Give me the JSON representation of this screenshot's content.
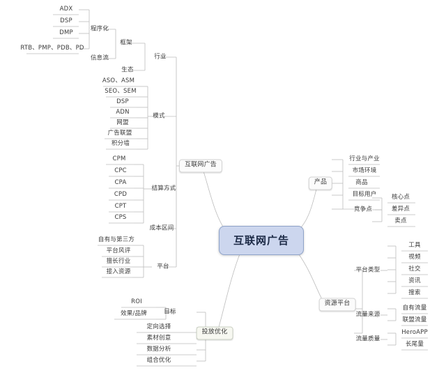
{
  "center": {
    "label": "互联网广告"
  },
  "branches": {
    "internet_ad": {
      "label": "互联网广告",
      "groups": {
        "industry": {
          "label": "行业",
          "children": {
            "framework": {
              "label": "框架",
              "children": {
                "programmatic": {
                  "label": "程序化",
                  "leaves": [
                    "ADX",
                    "DSP",
                    "DMP",
                    "RTB、PMP、PDB、PD"
                  ]
                },
                "feed": {
                  "label": "信息流"
                }
              }
            },
            "ecology": {
              "label": "生态"
            }
          }
        },
        "mode": {
          "label": "模式",
          "leaves": [
            "ASO、ASM",
            "SEO、SEM",
            "DSP",
            "ADN",
            "网盟",
            "广告联盟",
            "积分墙"
          ]
        },
        "settlement": {
          "label": "结算方式",
          "leaves": [
            "CPM",
            "CPC",
            "CPA",
            "CPD",
            "CPT",
            "CPS"
          ]
        },
        "cost_range": {
          "label": "成本区间"
        },
        "platform": {
          "label": "平台",
          "leaves": [
            "自有与第三方",
            "平台风评",
            "擅长行业",
            "接入资源"
          ]
        }
      }
    },
    "product": {
      "label": "产品",
      "leaves": [
        "行业与产业",
        "市场环境",
        "商品",
        "目标用户"
      ],
      "competition": {
        "label": "竞争点",
        "leaves": [
          "核心点",
          "差异点",
          "卖点"
        ]
      }
    },
    "resource_platform": {
      "label": "资源平台",
      "groups": {
        "platform_type": {
          "label": "平台类型",
          "leaves": [
            "工具",
            "视频",
            "社交",
            "资讯",
            "搜索"
          ]
        },
        "traffic_source": {
          "label": "流量来源",
          "leaves": [
            "自有流量",
            "联盟流量"
          ]
        },
        "traffic_quality": {
          "label": "流量质量",
          "leaves": [
            "HeroAPP",
            "长尾量"
          ]
        }
      }
    },
    "delivery_optimization": {
      "label": "投放优化",
      "groups": {
        "goal": {
          "label": "目标",
          "leaves": [
            "ROI",
            "效果/品牌"
          ]
        }
      },
      "leaves": [
        "定向选择",
        "素材创意",
        "数据分析",
        "组合优化"
      ]
    }
  },
  "colors": {
    "center_fill": "#ccd6ee",
    "center_border": "#8ea2c8",
    "center_text": "#1d2b47",
    "edge": "#b9b9b9",
    "node_text": "#3a3a3a",
    "boxed_fill": "#fafaf7",
    "boxed_green_fill": "#f7f8f1"
  }
}
